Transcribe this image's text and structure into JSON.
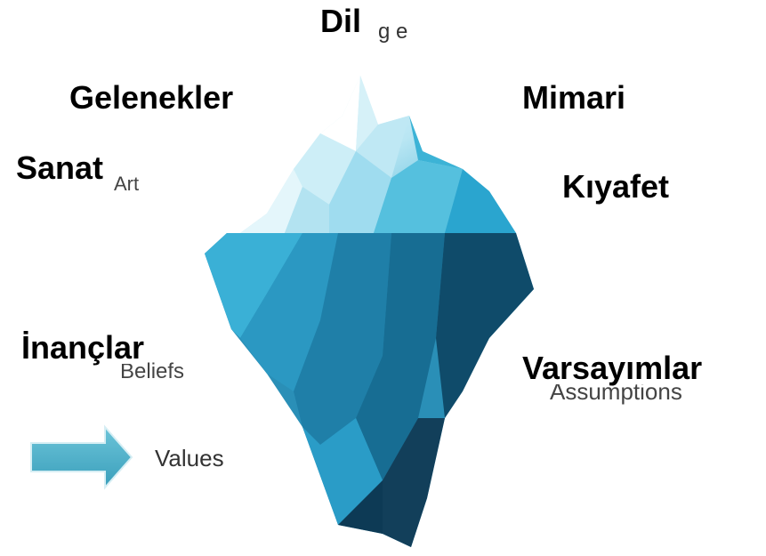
{
  "labels": {
    "dil": "Dil",
    "gelenekler": "Gelenekler",
    "mimari": "Mimari",
    "sanat": "Sanat",
    "kiyafet": "Kıyafet",
    "inanclar": "İnançlar",
    "varsayimlar": "Varsayımlar"
  },
  "ghost_labels": {
    "language_fragment": "g  e",
    "art_fragment": "Art",
    "beliefs_fragment": "Beliefs",
    "assumptions_fragment": "Assumptions"
  },
  "values_label": "Values",
  "colors": {
    "ice_top_light": "#e6f6fb",
    "ice_top_mid": "#9fdcef",
    "ice_top_deep": "#3fb6d6",
    "ice_under_light": "#39a9cc",
    "ice_under_mid": "#1f7ea4",
    "ice_under_dark": "#0f3f5c",
    "arrow_fill": "#4fb3cc"
  }
}
